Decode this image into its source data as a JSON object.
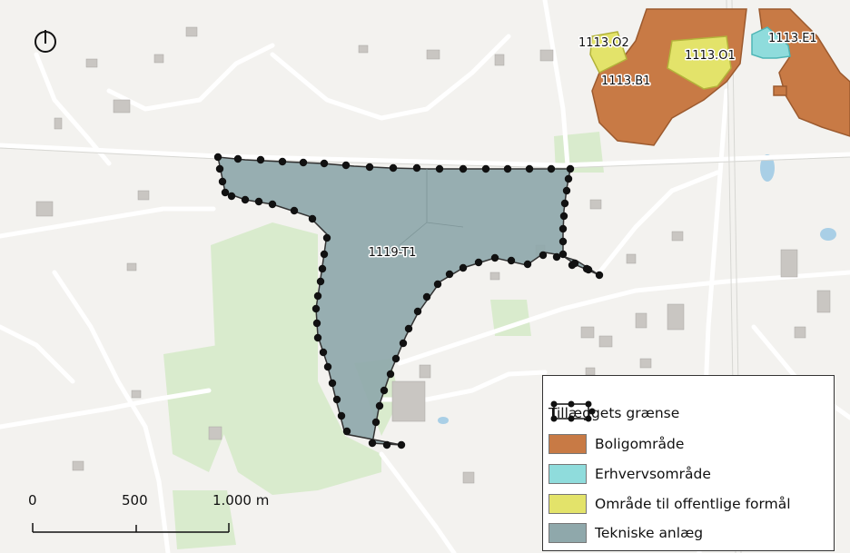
{
  "zones": {
    "t1": "1119-T1",
    "o2": "1113.O2",
    "o1": "1113.O1",
    "b1": "1113.B1",
    "e1": "1113.E1"
  },
  "legend": {
    "items": [
      {
        "label": "Tillæggets grænse",
        "icon": "boundary-dots-icon"
      },
      {
        "label": "Boligområde",
        "color": "#c87a45"
      },
      {
        "label": "Erhvervsområde",
        "color": "#8fdcdc"
      },
      {
        "label": "Område til offentlige formål",
        "color": "#e3e36a"
      },
      {
        "label": "Tekniske anlæg",
        "color": "#8fa8ab"
      }
    ]
  },
  "scalebar": {
    "labels": [
      "0",
      "500",
      "1.000 m"
    ]
  },
  "north_arrow": {
    "icon": "north-arrow-icon"
  }
}
